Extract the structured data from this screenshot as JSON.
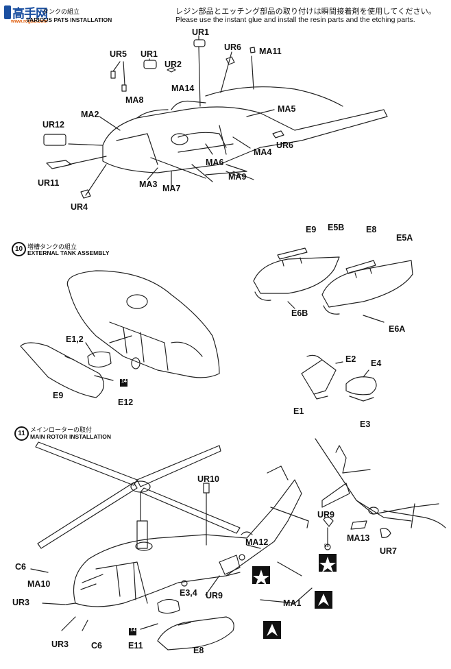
{
  "watermark": {
    "cn": "高手网",
    "url": "www.rcgao.com"
  },
  "header": {
    "jp": "レジン部品とエッチング部品の取り付けは瞬間接着剤を使用してください。",
    "en": "Please use the instant glue and install the resin parts and the etching parts."
  },
  "step9": {
    "title_jp": "タンクの組立",
    "title_en": "VARIOUS PATS INSTALLATION"
  },
  "step10": {
    "num": "10",
    "title_jp": "増槽タンクの組立",
    "title_en": "EXTERNAL TANK ASSEMBLY"
  },
  "step11": {
    "num": "11",
    "title_jp": "メインローターの取付",
    "title_en": "MAIN ROTOR INSTALLATION"
  },
  "labels9": [
    "UR1",
    "UR5",
    "UR1",
    "UR6",
    "MA11",
    "UR2",
    "MA14",
    "MA8",
    "MA2",
    "MA5",
    "UR12",
    "UR6",
    "MA4",
    "MA6",
    "MA9",
    "UR11",
    "MA3",
    "MA7",
    "UR4"
  ],
  "labels10": [
    "E9",
    "E5B",
    "E8",
    "E5A",
    "E6B",
    "E6A",
    "E1,2",
    "E9",
    "E12",
    "E2",
    "E4",
    "E1",
    "E3"
  ],
  "labels11": [
    "UR10",
    "MA12",
    "C6",
    "MA10",
    "UR3",
    "E3,4",
    "UR9",
    "MA1",
    "UR3",
    "C6",
    "E11",
    "E8",
    "UR9",
    "MA13",
    "UR7"
  ],
  "ref_14a": "14",
  "ref_14b": "14",
  "ref_55": "55"
}
